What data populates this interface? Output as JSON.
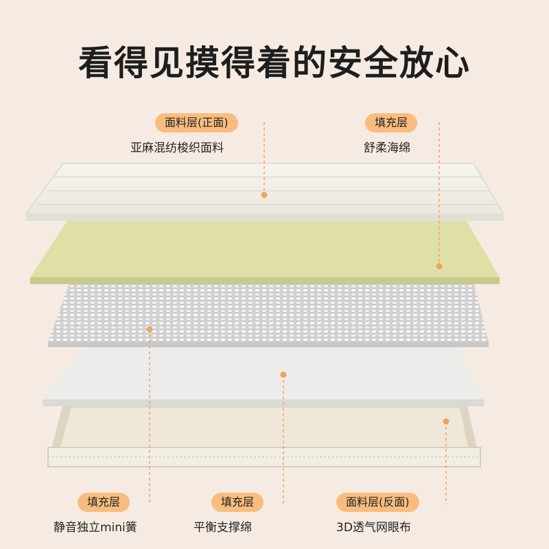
{
  "title": "看得见摸得着的安全放心",
  "colors": {
    "background": "#f6ebe2",
    "badge": "#f8bd7e",
    "leader_line": "#f0a45d",
    "dot": "#f0a45d",
    "fabric_top": "#f1efe8",
    "sponge": "#dfe0a6",
    "springs": "#e4e4e4",
    "support_foam": "#ececea",
    "mesh_bottom": "#ece4d4"
  },
  "layers": {
    "top_fabric": {
      "badge": "面料层(正面)",
      "desc": "亚麻混纺梭织面料"
    },
    "soft_sponge": {
      "badge": "填充层",
      "desc": "舒柔海绵"
    },
    "mini_springs": {
      "badge": "填充层",
      "desc": "静音独立mini簧"
    },
    "support_foam": {
      "badge": "填充层",
      "desc": "平衡支撑绵"
    },
    "bottom_fabric": {
      "badge": "面料层(反面)",
      "desc": "3D透气网眼布"
    }
  }
}
